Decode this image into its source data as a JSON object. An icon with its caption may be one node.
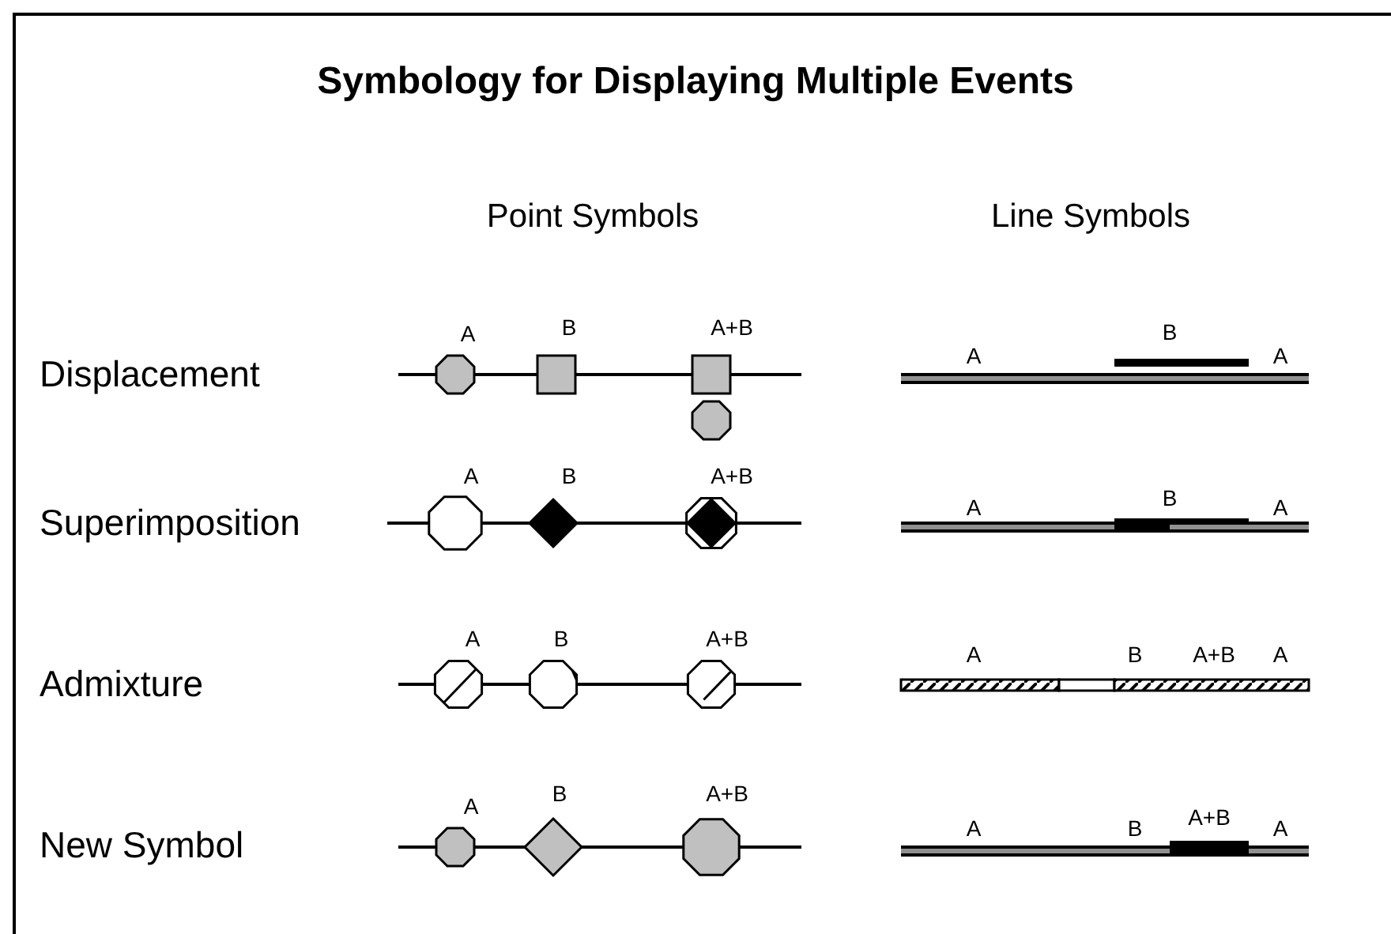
{
  "diagram": {
    "title": "Symbology for Displaying Multiple Events",
    "labels": [
      "Point Symbols",
      "Line Symbols",
      "Displacement",
      "A",
      "B",
      "A+B",
      "A",
      "B",
      "A",
      "Superimposition",
      "A",
      "B",
      "A+B",
      "A",
      "B",
      "A",
      "Admixture",
      "A",
      "B",
      "A+B",
      "A",
      "B",
      "A+B",
      "A",
      "New Symbol",
      "A",
      "B",
      "A+B",
      "A",
      "B",
      "A+B",
      "A"
    ]
  }
}
